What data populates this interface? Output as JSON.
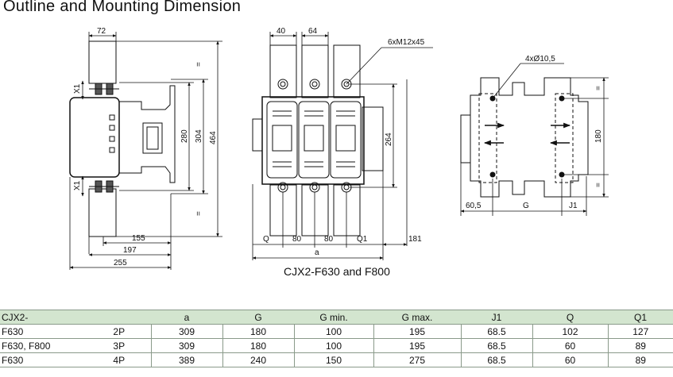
{
  "page": {
    "title": "Outline and Mounting Dimension",
    "caption": "CJX2-F630 and F800"
  },
  "side_view": {
    "top_width": "72",
    "x1_top": "X1",
    "x1_bottom": "X1",
    "h_280": "280",
    "h_304": "304",
    "h_464": "464",
    "eq_top": "=",
    "eq_bottom": "=",
    "w_155": "155",
    "w_197": "197",
    "w_255": "255"
  },
  "front_view": {
    "w_40": "40",
    "w_64": "64",
    "bolt_note": "6xM12x45",
    "h_264": "264",
    "q": "Q",
    "s_80a": "80",
    "s_80b": "80",
    "q1": "Q1",
    "d_181": "181",
    "a": "a"
  },
  "mount_view": {
    "holes_note": "4xØ10,5",
    "h_180": "180",
    "eq_top": "=",
    "eq_bottom": "=",
    "w_60_5": "60,5",
    "g": "G",
    "j1": "J1"
  },
  "table": {
    "headers": [
      "CJX2-",
      "",
      "a",
      "G",
      "G min.",
      "G max.",
      "J1",
      "Q",
      "Q1"
    ],
    "rows": [
      [
        "F630",
        "2P",
        "309",
        "180",
        "100",
        "195",
        "68.5",
        "102",
        "127"
      ],
      [
        "F630, F800",
        "3P",
        "309",
        "180",
        "100",
        "195",
        "68.5",
        "60",
        "89"
      ],
      [
        "F630",
        "4P",
        "389",
        "240",
        "150",
        "275",
        "68.5",
        "60",
        "89"
      ]
    ]
  }
}
